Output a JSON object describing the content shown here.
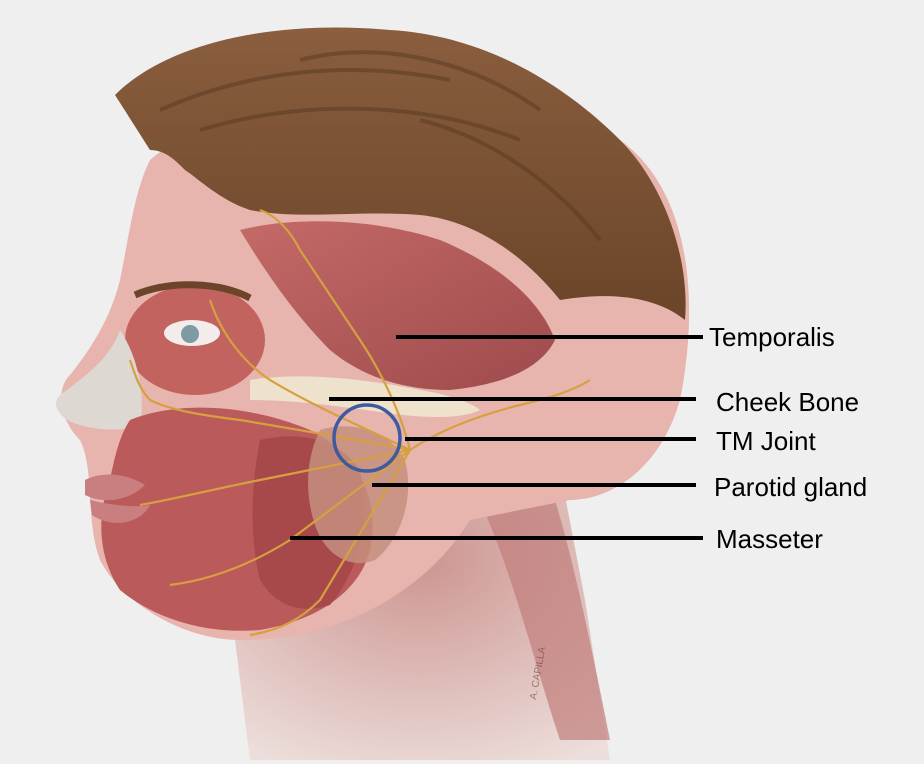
{
  "labels": {
    "temporalis": "Temporalis",
    "cheek_bone": "Cheek Bone",
    "tm_joint": "TM Joint",
    "parotid_gland": "Parotid gland",
    "masseter": "Masseter"
  },
  "signature": "A. CAPILLA",
  "colors": {
    "background": "#efefef",
    "hair": "#7a5134",
    "muscle": "#b95c5c",
    "skin": "#e9b3ac",
    "nerve": "#d6a040",
    "bone": "#efe2cd",
    "joint_circle": "#3f5a9e",
    "leader_line": "#000000"
  }
}
